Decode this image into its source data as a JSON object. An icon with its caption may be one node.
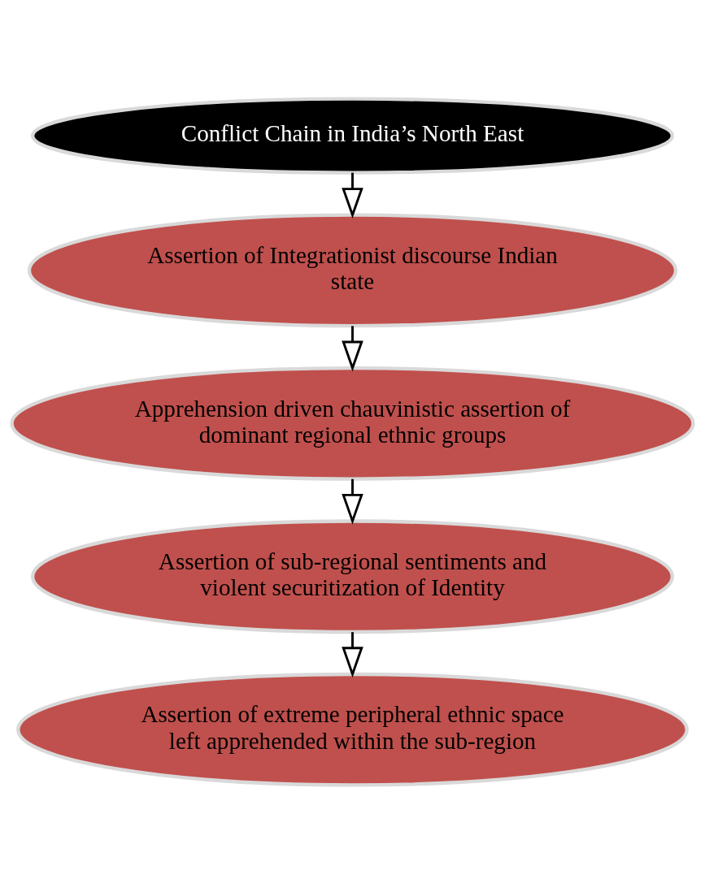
{
  "diagram": {
    "nodes": [
      {
        "text": [
          "Conflict Chain in India’s North East"
        ]
      },
      {
        "text": [
          "Assertion of Integrationist discourse Indian state"
        ]
      },
      {
        "text": [
          "Apprehension driven chauvinistic assertion of dominant regional ethnic groups"
        ]
      },
      {
        "text": [
          "Assertion of sub-regional sentiments and violent securitization of Identity"
        ]
      },
      {
        "text": [
          "Assertion of extreme peripheral ethnic space left apprehended within the sub-region"
        ]
      }
    ],
    "edges": [
      {
        "from": 0,
        "to": 1,
        "arrow": "to"
      },
      {
        "from": 1,
        "to": 2,
        "arrow": "to"
      },
      {
        "from": 2,
        "to": 3,
        "arrow": "to"
      },
      {
        "from": 3,
        "to": 4,
        "arrow": "to"
      }
    ]
  }
}
